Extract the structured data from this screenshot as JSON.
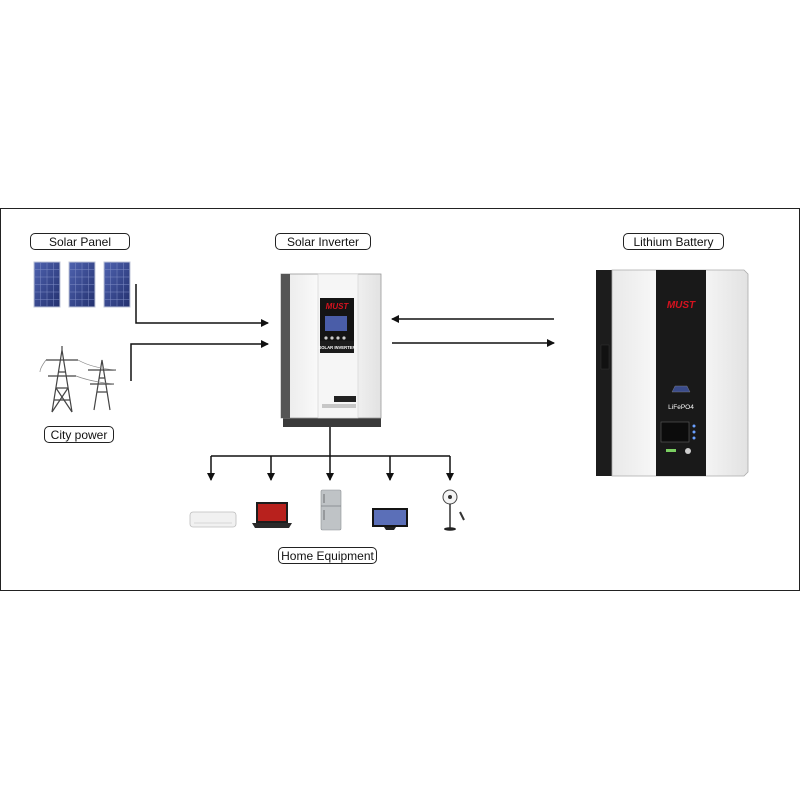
{
  "labels": {
    "solar_panel": "Solar Panel",
    "solar_inverter": "Solar Inverter",
    "lithium_battery": "Lithium Battery",
    "city_power": "City power",
    "home_equipment": "Home Equipment"
  },
  "inverter": {
    "brand": "MUST",
    "caption": "SOLAR INVERTER"
  },
  "battery": {
    "brand": "MUST",
    "chemistry": "LiFePO4"
  },
  "appliances": [
    "air-conditioner",
    "laptop",
    "refrigerator",
    "television",
    "fan"
  ],
  "colors": {
    "line": "#111111",
    "brand_red": "#d6121f",
    "panel_blue": "#2f3f86"
  }
}
